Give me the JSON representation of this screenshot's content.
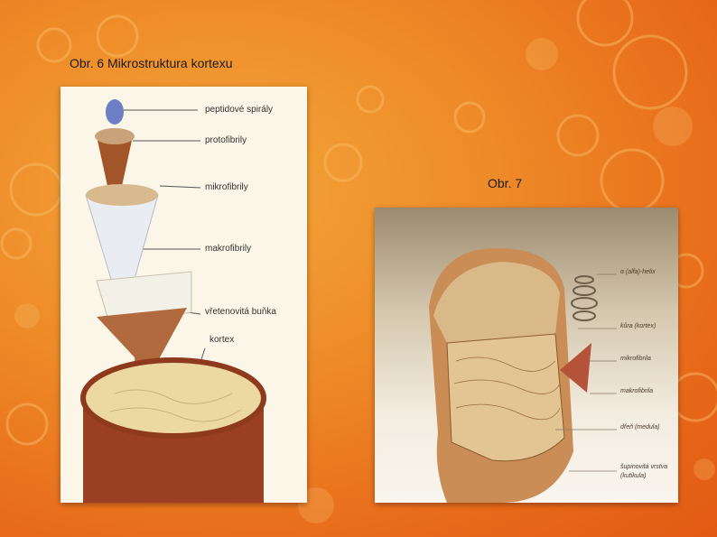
{
  "figure6": {
    "caption": "Obr. 6  Mikrostruktura kortexu",
    "labels": {
      "peptidove_spiraly": "peptidové spirály",
      "protofibrily": "protofibrily",
      "mikrofibrily": "mikrofibrily",
      "makrofibrily": "makrofibrily",
      "vretenovita_bunka": "vřetenovitá buňka",
      "kortex": "kortex"
    }
  },
  "figure7": {
    "caption": "Obr. 7",
    "labels": {
      "alfa_helix": "α (alfa)-helix",
      "kura": "kůra (kortex)",
      "mikrofibrila": "mikrofibrila",
      "makrofibrila": "makrofibrila",
      "dren": "dřeň (medula)",
      "kutikula_1": "šupinovitá vrstva",
      "kutikula_2": "(kutikula)"
    }
  },
  "colors": {
    "background": "#ee8a28",
    "panel": "#fbf6e8"
  }
}
